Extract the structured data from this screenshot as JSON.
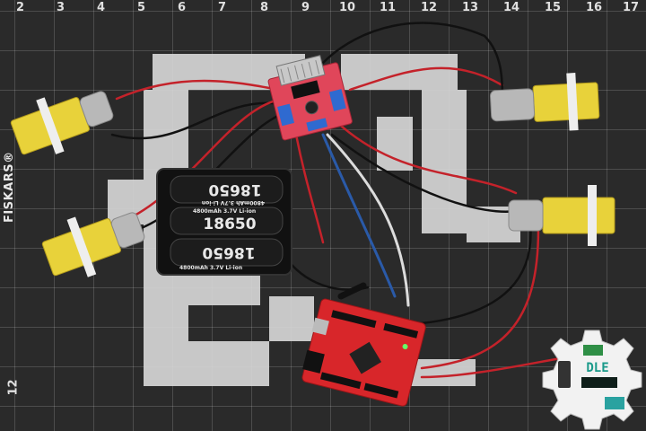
{
  "mat": {
    "ruler_numbers": [
      "2",
      "3",
      "4",
      "5",
      "6",
      "7",
      "8",
      "9",
      "10",
      "11",
      "12",
      "13",
      "14",
      "15",
      "16",
      "17"
    ],
    "brand": "FISKARS®",
    "left_number": "12"
  },
  "battery": {
    "labels": [
      "18650",
      "18650",
      "18650"
    ],
    "small_text": [
      "4800mAh 3.7V Li-ion",
      "4800mAh 3.7V Li-ion",
      "4800mAh 3.7V Li-ion"
    ]
  },
  "badge": {
    "text": "DLE"
  },
  "colors": {
    "mat": "#2a2a2a",
    "mat_light": "#d8d8d8",
    "motor_yellow": "#e8d23a",
    "driver_board": "#e0465a",
    "arduino": "#d8262a",
    "wire_red": "#c4222a",
    "wire_black": "#111111",
    "wire_blue": "#2a5aa8",
    "wire_white": "#dcdcdc"
  }
}
